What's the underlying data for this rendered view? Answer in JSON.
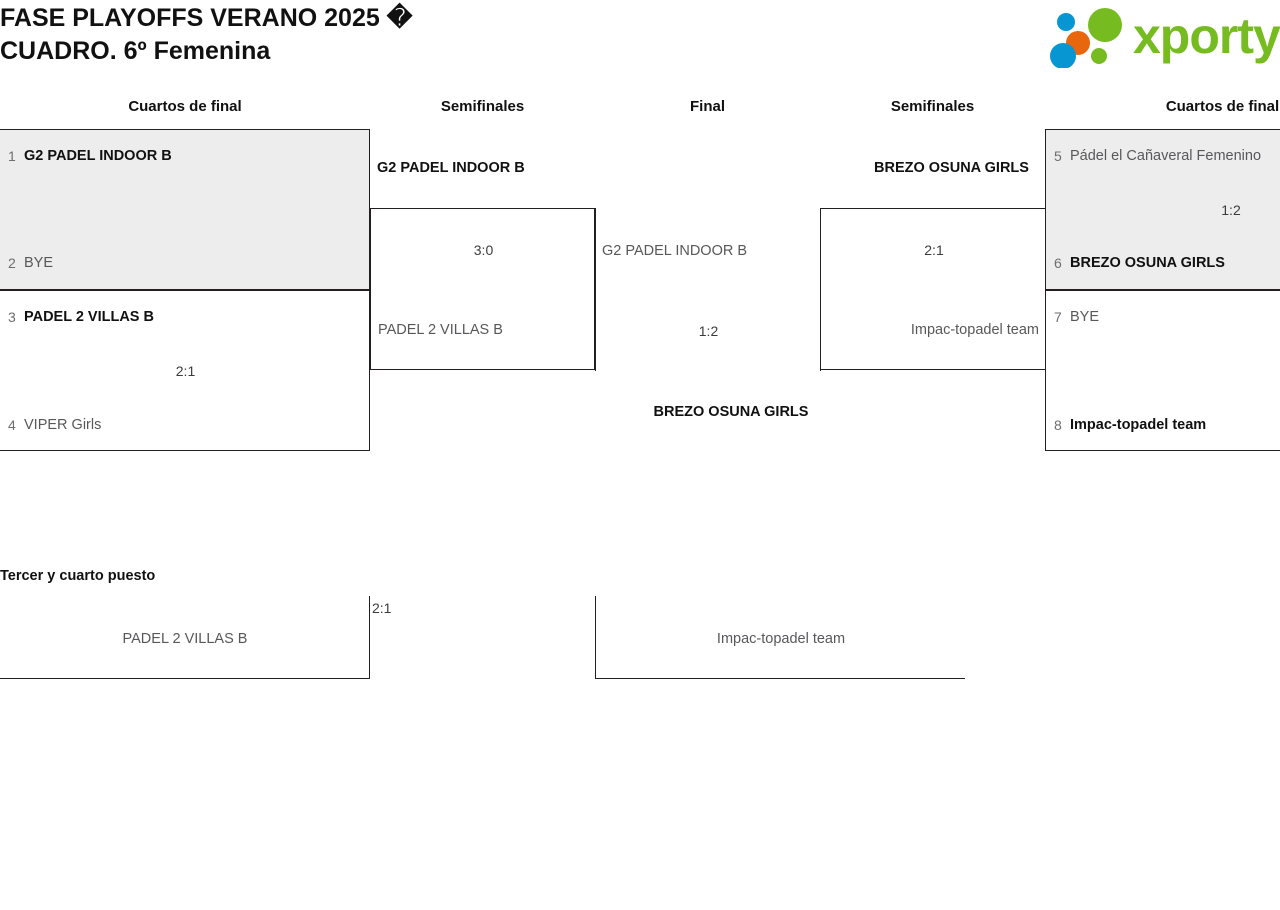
{
  "header": {
    "title": "FASE PLAYOFFS VERANO 2025 �\nCUADRO. 6º Femenina",
    "logo_word": "xporty",
    "logo_colors": {
      "green": "#76bc21",
      "blue": "#0896d3",
      "orange": "#e8670c"
    }
  },
  "rounds": {
    "qf_left": "Cuartos de final",
    "sf_left": "Semifinales",
    "final": "Final",
    "sf_right": "Semifinales",
    "qf_right": "Cuartos de final"
  },
  "bracket": {
    "qf": [
      {
        "id": "qf1",
        "side": "left",
        "highlight": true,
        "score": "",
        "players": [
          {
            "seed": "1",
            "name": "G2 PADEL INDOOR B",
            "winner": true
          },
          {
            "seed": "2",
            "name": "BYE",
            "winner": false
          }
        ]
      },
      {
        "id": "qf2",
        "side": "left",
        "highlight": false,
        "score": "2:1",
        "players": [
          {
            "seed": "3",
            "name": "PADEL 2 VILLAS B",
            "winner": true
          },
          {
            "seed": "4",
            "name": "VIPER Girls",
            "winner": false
          }
        ]
      },
      {
        "id": "qf3",
        "side": "right",
        "highlight": true,
        "score": "1:2",
        "players": [
          {
            "seed": "5",
            "name": "Pádel el Cañaveral Femenino",
            "winner": false
          },
          {
            "seed": "6",
            "name": "BREZO OSUNA GIRLS",
            "winner": true
          }
        ]
      },
      {
        "id": "qf4",
        "side": "right",
        "highlight": false,
        "score": "",
        "players": [
          {
            "seed": "7",
            "name": "BYE",
            "winner": false
          },
          {
            "seed": "8",
            "name": "Impac-topadel team",
            "winner": true
          }
        ]
      }
    ],
    "sf": [
      {
        "id": "sf_left",
        "side": "left",
        "score": "3:0",
        "winner_name": "G2 PADEL INDOOR B",
        "loser_name": "PADEL 2 VILLAS B"
      },
      {
        "id": "sf_right",
        "side": "right",
        "score": "2:1",
        "winner_name": "BREZO OSUNA GIRLS",
        "loser_name": "Impac-topadel team"
      }
    ],
    "final": {
      "id": "final",
      "score": "1:2",
      "loser_name": "G2 PADEL INDOOR B",
      "champion_name": "BREZO OSUNA GIRLS"
    },
    "third_place": {
      "title": "Tercer y cuarto puesto",
      "score": "2:1",
      "left_name": "PADEL 2 VILLAS B",
      "right_name": "Impac-topadel team"
    }
  }
}
